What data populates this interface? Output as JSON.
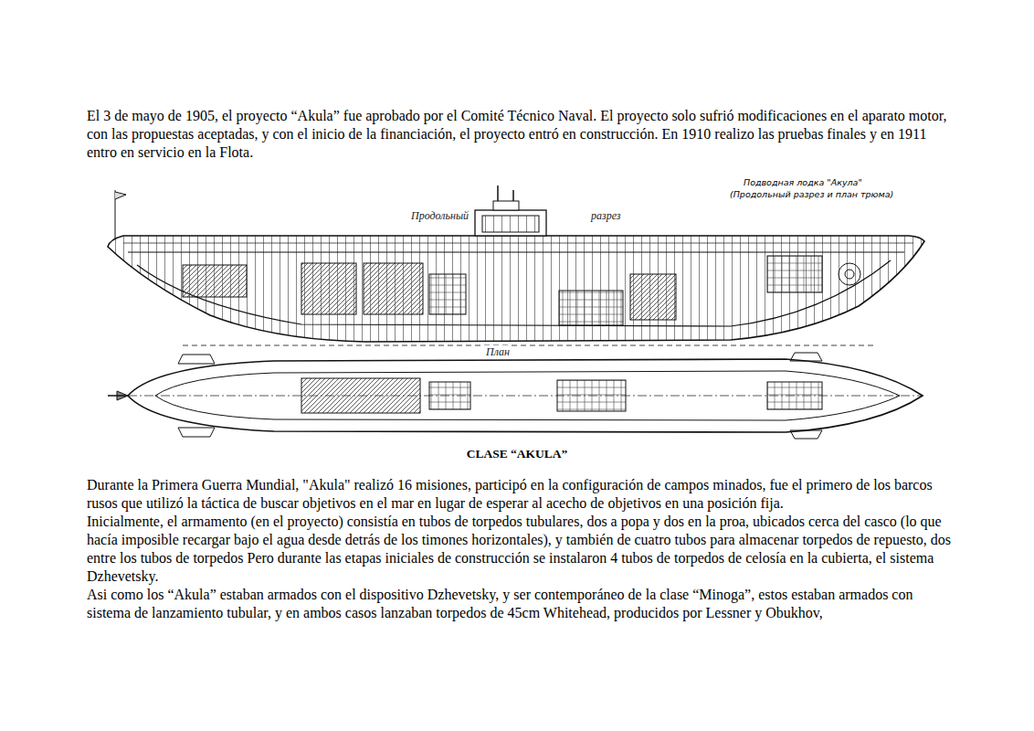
{
  "diagram": {
    "caption": "CLASE “AKULA”",
    "labels": [
      "El 3 de mayo de 1905, el proyecto “Akula” fue aprobado por el Comité Técnico Naval. El proyecto solo sufrió modificaciones en el aparato motor, con las propuestas aceptadas, y con el inicio de la financiación, el proyecto entró en construcción. En 1910 realizo las pruebas finales y en 1911 entro en servicio en la Flota.",
      "Подводная лодка \"Акула\"",
      "(Продольный разрез и план трюма)",
      "Продольный",
      "разрез",
      "План",
      "Durante la Primera Guerra Mundial, \"Akula\" realizó 16 misiones, participó en la configuración de campos minados, fue el primero de los barcos rusos que utilizó la táctica de buscar objetivos en el mar en lugar de esperar al acecho de objetivos en una posición fija.",
      "Inicialmente, el armamento (en el proyecto) consistía en tubos de torpedos tubulares, dos a popa y dos en la proa, ubicados cerca del casco (lo que hacía imposible recargar bajo el agua desde detrás de los timones horizontales), y también de cuatro tubos para almacenar torpedos de repuesto, dos entre los tubos de torpedos Pero durante las etapas iniciales de construcción se instalaron 4 tubos de torpedos de celosía en la cubierta, el sistema Dzhevetsky.",
      "Asi como los “Akula” estaban armados con el dispositivo Dzhevetsky, y ser contemporáneo de la clase “Minoga”, estos estaban armados con sistema de lanzamiento tubular, y en ambos casos lanzaban torpedos de 45cm Whitehead, producidos por Lessner y Obukhov,"
    ]
  }
}
